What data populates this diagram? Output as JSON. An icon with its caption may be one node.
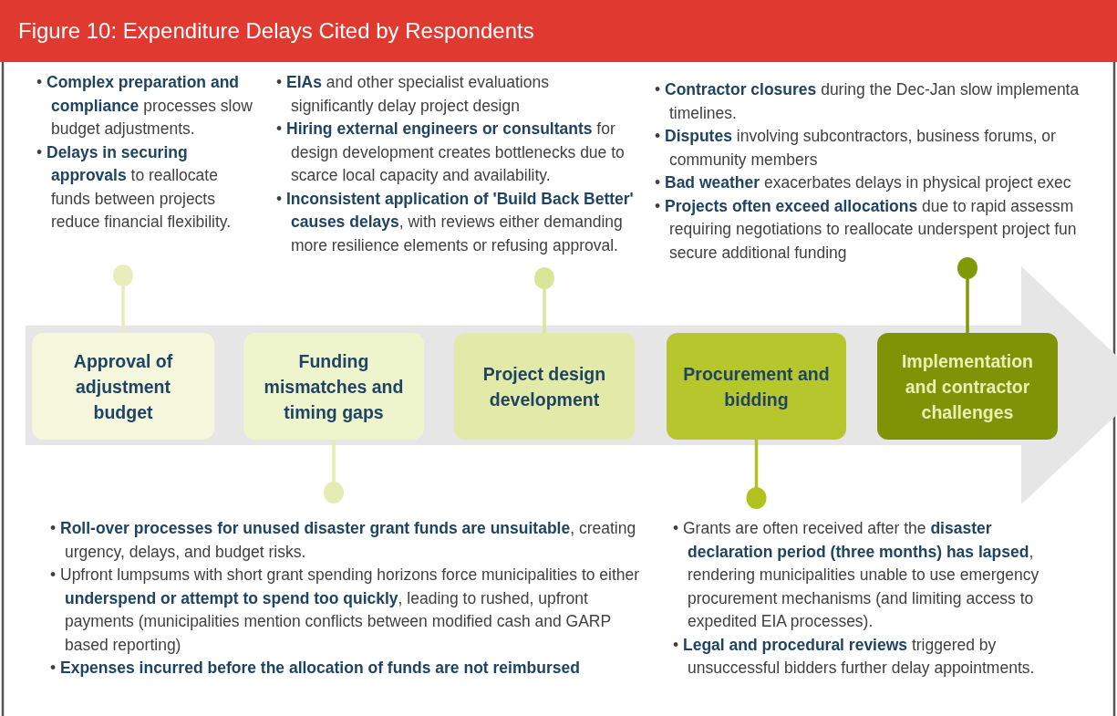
{
  "diagram": {
    "title": "Figure 10: Expenditure Delays Cited by Respondents",
    "nodes": [
      {
        "text": [
          "• **Complex preparation and compliance** processes slow budget adjustments.",
          "• **Delays in securing approvals** to reallocate funds between projects reduce financial flexibility."
        ]
      },
      {
        "text": [
          "• **EIAs** and other specialist evaluations significantly delay project design",
          "• **Hiring external engineers or consultants** for design development creates bottlenecks due to scarce local capacity and availability.",
          "• **Inconsistent application of 'Build Back Better' causes delays**, with reviews either demanding more resilience elements or refusing approval."
        ]
      },
      {
        "text": [
          "• **Contractor closures** during the Dec-Jan slow implementa timelines.",
          "• **Disputes** involving subcontractors, business forums, or community members",
          "• **Bad weather** exacerbates delays in physical project exec",
          "• **Projects often exceed allocations** due to rapid assessm requiring negotiations to reallocate underspent project fun secure additional funding"
        ]
      },
      {
        "text": [],
        "shape": "arrow"
      },
      {
        "text": [
          "Approval of adjustment budget"
        ],
        "in": 3
      },
      {
        "text": [
          "Funding mismatches and timing gaps"
        ],
        "in": 3
      },
      {
        "text": [
          "Project design development"
        ],
        "in": 3
      },
      {
        "text": [
          "Procurement and bidding"
        ],
        "in": 3
      },
      {
        "text": [
          "Implementation and contractor challenges"
        ],
        "in": 3
      },
      {
        "text": [
          "• **Roll-over processes for unused disaster grant funds are unsuitable**, creating urgency, delays, and budget risks.",
          "• Upfront lumpsums with short grant spending horizons force municipalities to either **underspend or attempt to spend too quickly**, leading to rushed, upfront payments (municipalities mention conflicts between modified cash and GARP based reporting)",
          "• **Expenses incurred before the allocation of funds are not reimbursed**"
        ]
      },
      {
        "text": [
          "• Grants are often received after the **disaster declaration period (three months) has lapsed**, rendering municipalities unable to use emergency procurement mechanisms (and limiting access to expedited EIA processes).",
          "• **Legal and procedural reviews** triggered by unsuccessful bidders further delay appointments."
        ]
      }
    ],
    "edges": [
      {
        "from": 0,
        "to": 4,
        "arrow": "other",
        "color": "#e8eebb"
      },
      {
        "from": 1,
        "to": 6,
        "arrow": "other",
        "color": "#d9e597"
      },
      {
        "from": 2,
        "to": 8,
        "arrow": "other",
        "color": "#809a06"
      },
      {
        "from": 9,
        "to": 5,
        "arrow": "other",
        "color": "#e4ecb2"
      },
      {
        "from": 10,
        "to": 7,
        "arrow": "other",
        "color": "#b1c21f"
      }
    ]
  }
}
